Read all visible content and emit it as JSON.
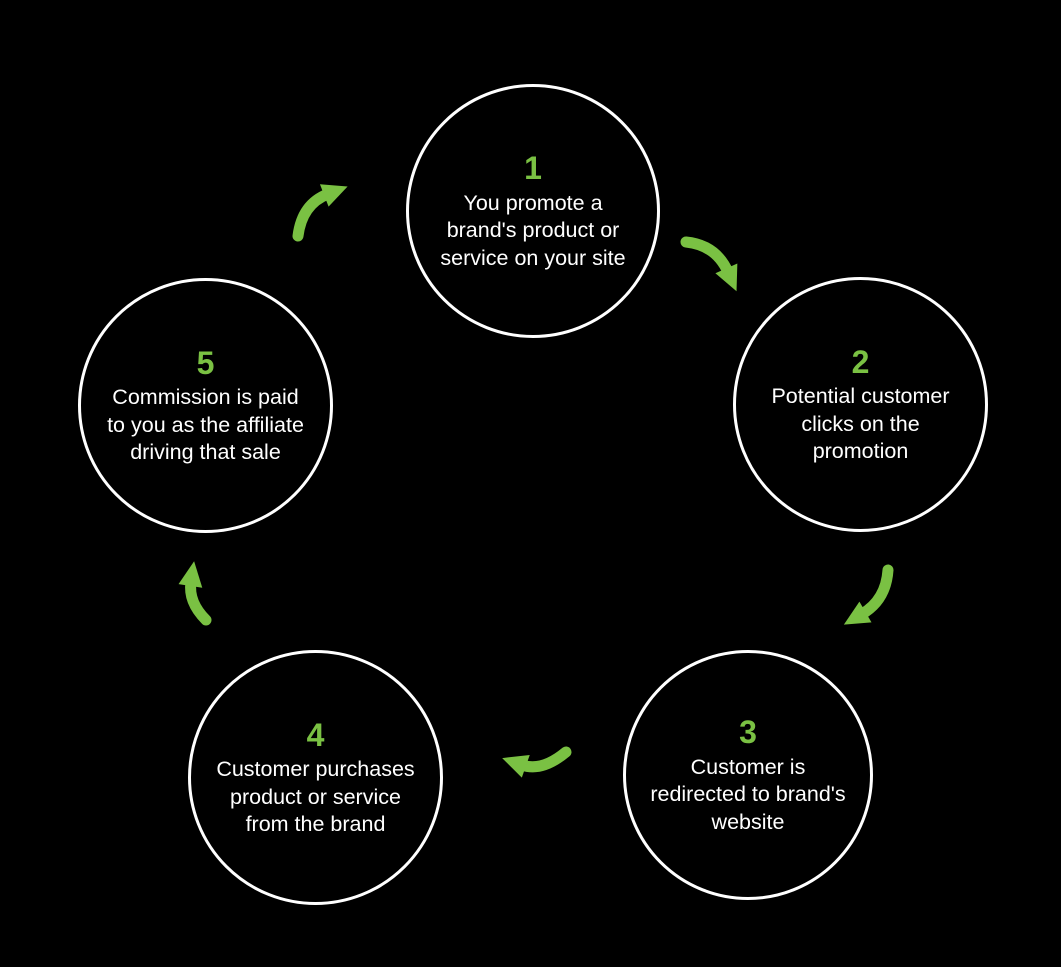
{
  "diagram": {
    "name": "affiliate-marketing-cycle",
    "colors": {
      "background": "#000000",
      "accent": "#7ac143",
      "text": "#ffffff",
      "circle_border": "#ffffff",
      "circle_fill": "#000000"
    },
    "steps": [
      {
        "number": "1",
        "text": "You promote a brand's product or service on your site"
      },
      {
        "number": "2",
        "text": "Potential customer clicks on the promotion"
      },
      {
        "number": "3",
        "text": "Customer is redirected to brand's website"
      },
      {
        "number": "4",
        "text": "Customer purchases product or service from the brand"
      },
      {
        "number": "5",
        "text": "Commission is paid to you as the affiliate driving that sale"
      }
    ],
    "arrows": [
      {
        "name": "arrow-1-to-2"
      },
      {
        "name": "arrow-2-to-3"
      },
      {
        "name": "arrow-3-to-4"
      },
      {
        "name": "arrow-4-to-5"
      },
      {
        "name": "arrow-5-to-1"
      }
    ]
  }
}
